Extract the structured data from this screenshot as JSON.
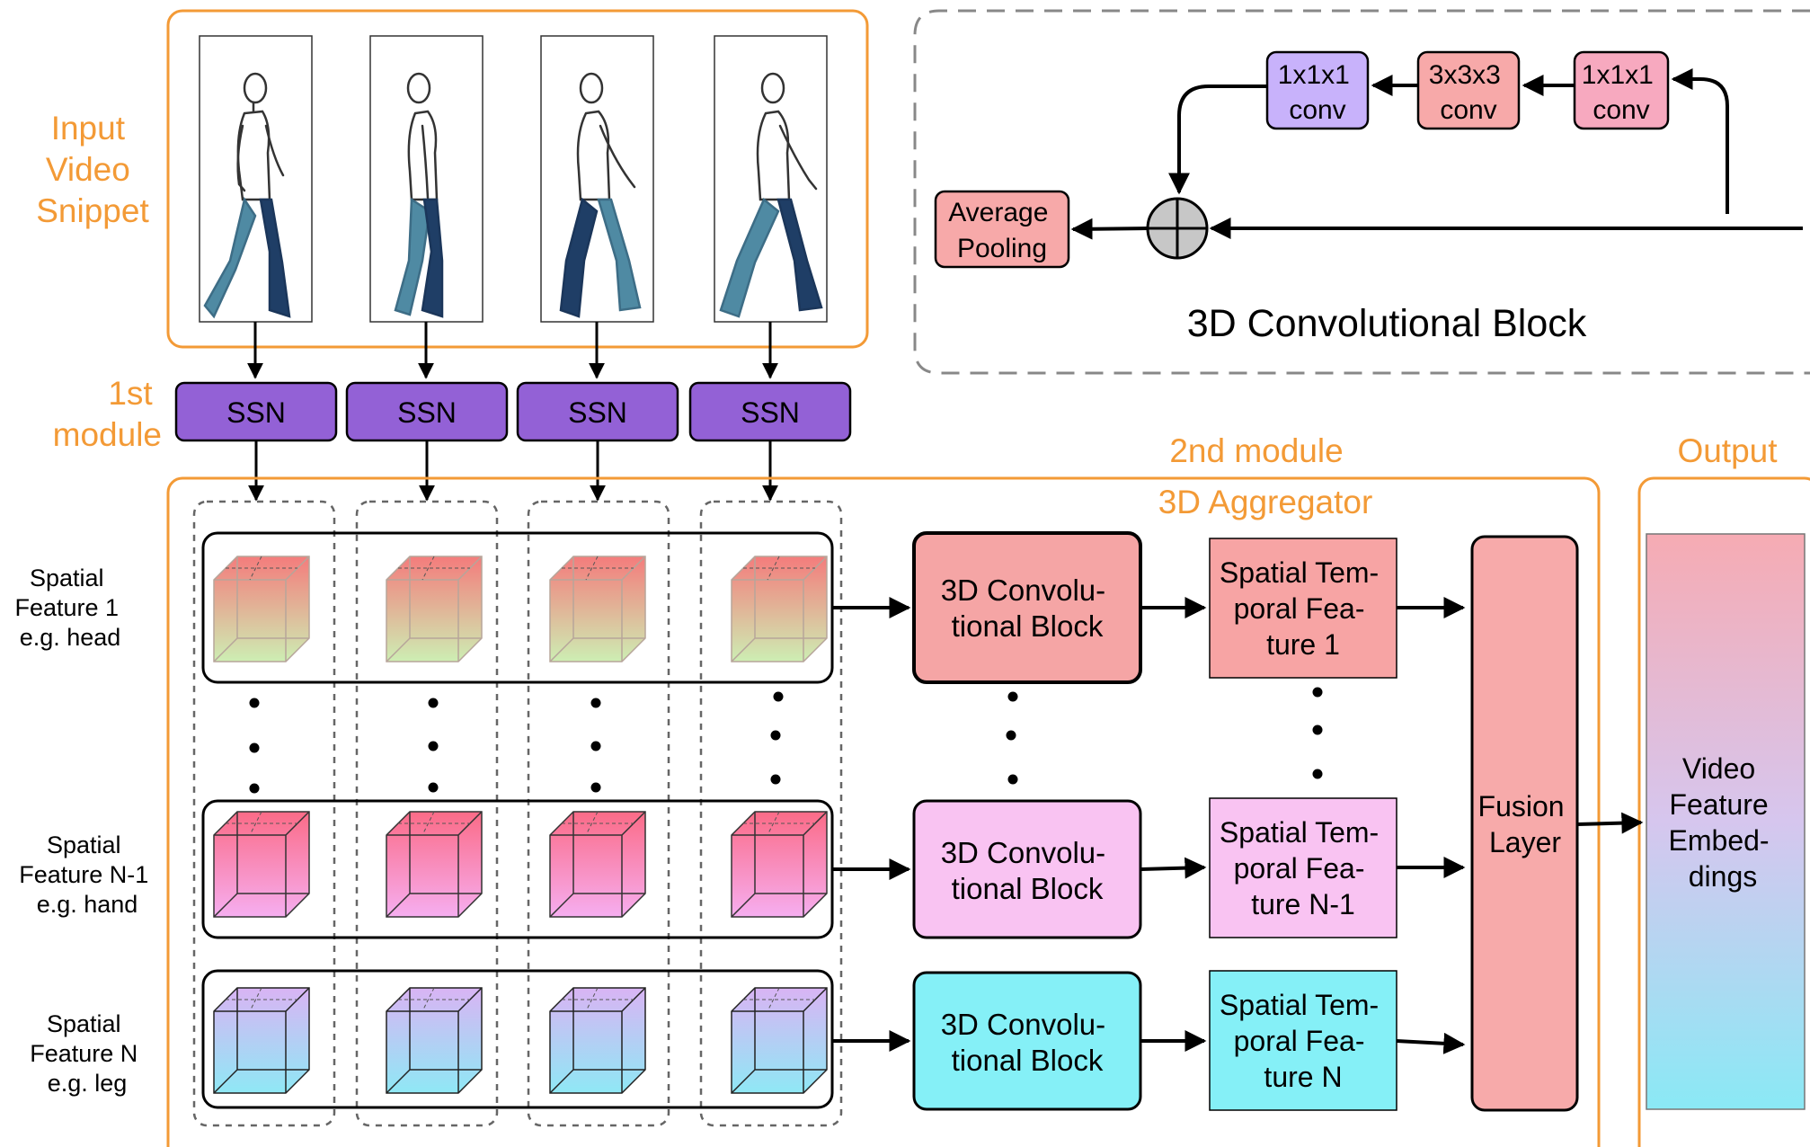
{
  "input": {
    "label_lines": [
      "Input",
      "Video",
      "Snippet"
    ]
  },
  "module1": {
    "label_lines": [
      "1st",
      "module"
    ],
    "ssn_labels": [
      "SSN",
      "SSN",
      "SSN",
      "SSN"
    ]
  },
  "module2": {
    "label": "2nd module",
    "aggregator_label": "3D Aggregator"
  },
  "output": {
    "label": "Output",
    "embedding_lines": [
      "Video",
      "Feature",
      "Embed-",
      "dings"
    ]
  },
  "conv_block_detail": {
    "title": "3D Convolutional Block",
    "conv1_lines": [
      "1x1x1",
      "conv"
    ],
    "conv2_lines": [
      "3x3x3",
      "conv"
    ],
    "conv3_lines": [
      "1x1x1",
      "conv"
    ],
    "pooling_lines": [
      "Average",
      "Pooling"
    ]
  },
  "rows": [
    {
      "feature_lines": [
        "Spatial",
        "Feature 1",
        "e.g. head"
      ],
      "conv_lines": [
        "3D Convolu-",
        "tional Block"
      ],
      "st_lines": [
        "Spatial Tem-",
        "poral Fea-",
        "ture 1"
      ]
    },
    {
      "feature_lines": [
        "Spatial",
        "Feature N-1",
        "e.g. hand"
      ],
      "conv_lines": [
        "3D Convolu-",
        "tional Block"
      ],
      "st_lines": [
        "Spatial Tem-",
        "poral Fea-",
        "ture N-1"
      ]
    },
    {
      "feature_lines": [
        "Spatial",
        "Feature N",
        "e.g. leg"
      ],
      "conv_lines": [
        "3D Convolu-",
        "tional Block"
      ],
      "st_lines": [
        "Spatial Tem-",
        "poral Fea-",
        "ture N"
      ]
    }
  ],
  "fusion": {
    "label_lines": [
      "Fusion",
      "Layer"
    ]
  },
  "colors": {
    "orange": "#f39a36",
    "ssn": "#9361d6",
    "row1_conv": "#f5a5a5",
    "row2_conv": "#f9c3f2",
    "row3_conv": "#85f0f7",
    "fusion": "#f7aaaa",
    "conv_purple": "#c8b2fb",
    "conv_pink": "#f7a9bf"
  },
  "icons": [
    "walking-figure-icon",
    "feature-cube-icon",
    "sum-icon"
  ]
}
